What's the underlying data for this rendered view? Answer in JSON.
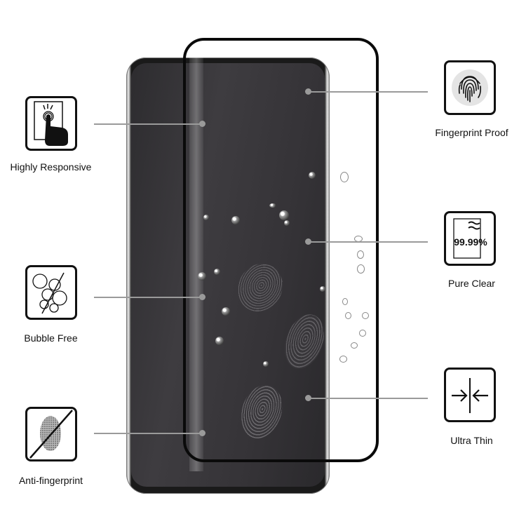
{
  "features_left": [
    {
      "label": "Highly Responsive",
      "icon": "touch-finger-icon"
    },
    {
      "label": "Bubble Free",
      "icon": "bubble-free-icon"
    },
    {
      "label": "Anti-fingerprint",
      "icon": "anti-fingerprint-icon"
    }
  ],
  "features_right": [
    {
      "label": "Fingerprint Proof",
      "icon": "fingerprint-icon"
    },
    {
      "label": "Pure Clear",
      "icon": "pure-clear-icon",
      "icon_text": "99.99%"
    },
    {
      "label": "Ultra Thin",
      "icon": "ultra-thin-icon"
    }
  ],
  "colors": {
    "icon_stroke": "#111111",
    "leader_line": "#9a9a9a",
    "film_edge": "#0a0a0a",
    "screen": "#353337"
  }
}
